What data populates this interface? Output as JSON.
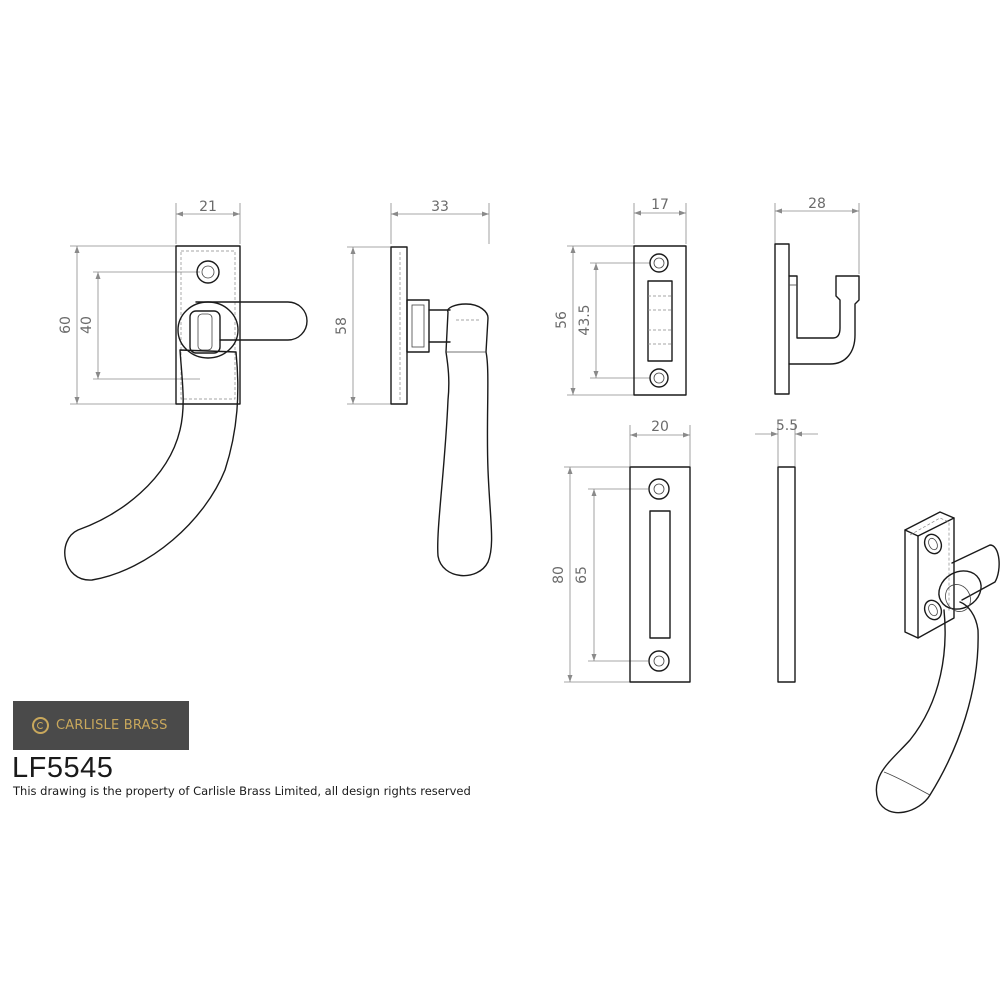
{
  "brand": {
    "name": "CARLISLE BRASS",
    "accent_color": "#c9a85c",
    "panel_color": "#4a4a4a",
    "logo_icon": "carlisle-c-logo-icon"
  },
  "product": {
    "code": "LF5545",
    "notice": "This drawing is the property of Carlisle Brass Limited, all design rights reserved"
  },
  "dimensions": {
    "front_width": "21",
    "front_height": "60",
    "front_hole_pitch": "40",
    "side_depth": "33",
    "side_height": "58",
    "keep_width": "17",
    "keep_height": "56",
    "keep_hole_pitch": "43.5",
    "keep_side_depth": "28",
    "plate_width": "20",
    "plate_height": "80",
    "plate_hole_pitch": "65",
    "plate_thickness": "5.5"
  }
}
